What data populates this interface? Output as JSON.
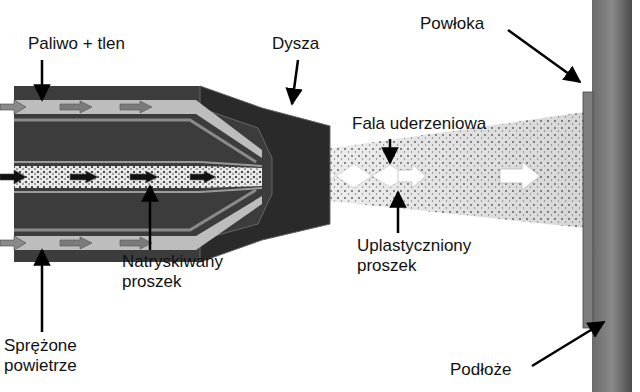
{
  "diagram": {
    "labels": [
      "Powłoka",
      "Paliwo + tlen",
      "Dysza",
      "Fala uderzeniowa",
      "Natryskiwany proszek",
      "Uplastyczniony proszek",
      "Sprężone powietrze",
      "Podłoże"
    ]
  }
}
